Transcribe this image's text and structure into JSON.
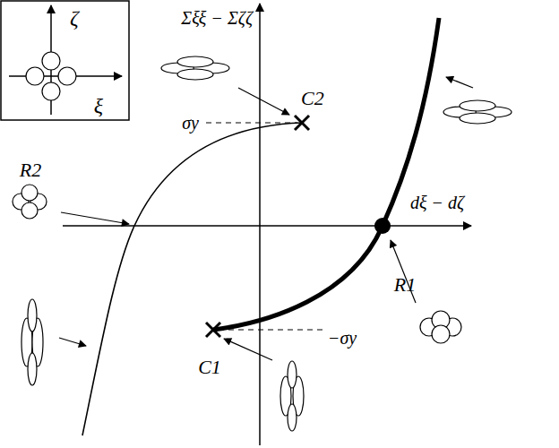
{
  "diagram": {
    "labels": [
      "ζ",
      "ξ",
      "Σξξ − Σζζ",
      "σy",
      "C2",
      "R2",
      "dξ − dζ",
      "R1",
      "C1",
      "−σy"
    ]
  }
}
